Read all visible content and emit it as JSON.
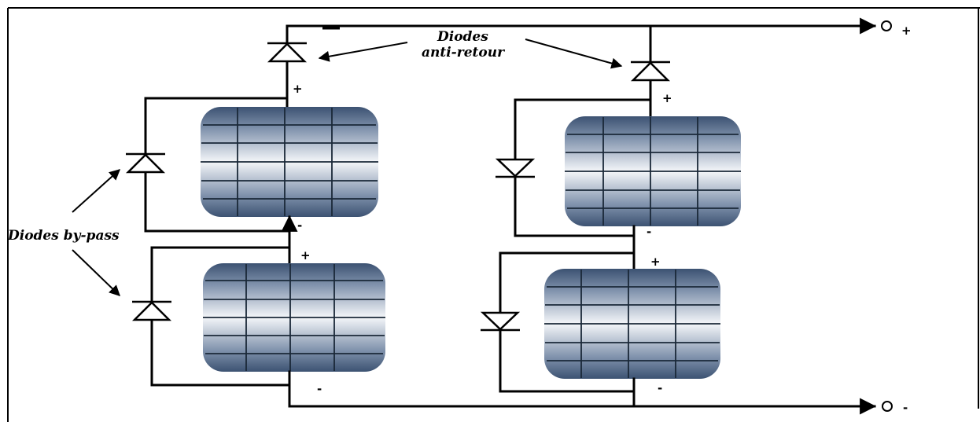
{
  "labels": {
    "anti_retour_line1": "Diodes",
    "anti_retour_line2": "anti-retour",
    "bypass": "Diodes by-pass"
  },
  "terminals": {
    "positive": "+",
    "negative": "-"
  },
  "panels": [
    {
      "id": "panel-1",
      "top_sign": "+",
      "bottom_sign": "-"
    },
    {
      "id": "panel-2",
      "top_sign": "+",
      "bottom_sign": "-"
    },
    {
      "id": "panel-3",
      "top_sign": "+",
      "bottom_sign": "-"
    },
    {
      "id": "panel-4",
      "top_sign": "+",
      "bottom_sign": "-"
    }
  ],
  "colors": {
    "panel_dark": "#3c5272",
    "panel_light": "#f4f6f9",
    "wire": "#000000",
    "border": "#000000"
  }
}
